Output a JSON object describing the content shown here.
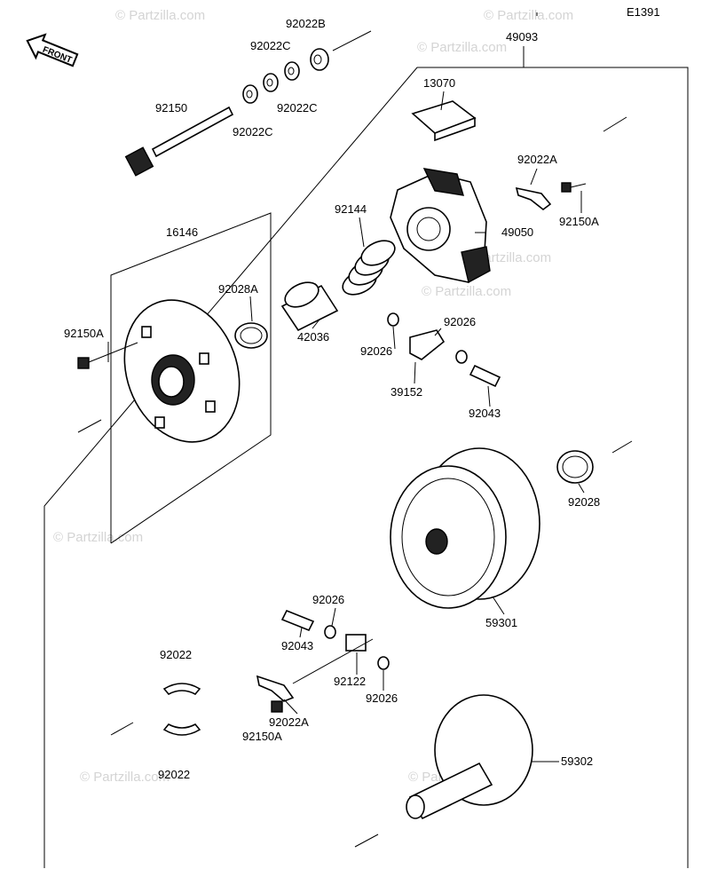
{
  "diagram": {
    "code": "E1391",
    "front_label": "FRONT",
    "watermark": "© Partzilla.com",
    "labels": {
      "p49093": "49093",
      "p92022B": "92022B",
      "p92022C_a": "92022C",
      "p92022C_b": "92022C",
      "p92022C_c": "92022C",
      "p92150": "92150",
      "p13070": "13070",
      "p92022A_top": "92022A",
      "p92150A_top": "92150A",
      "p92144": "92144",
      "p49050": "49050",
      "p16146": "16146",
      "p92028A": "92028A",
      "p42036": "42036",
      "p92150A_left": "92150A",
      "p92026_top": "92026",
      "p92026_mid": "92026",
      "p39152": "39152",
      "p92043_top": "92043",
      "p92028": "92028",
      "p59301": "59301",
      "p92026_low": "92026",
      "p92043_low": "92043",
      "p92122": "92122",
      "p92026_bot": "92026",
      "p92022_top": "92022",
      "p92022_bot": "92022",
      "p92022A_bot": "92022A",
      "p92150A_bot": "92150A",
      "p59302": "59302"
    }
  }
}
